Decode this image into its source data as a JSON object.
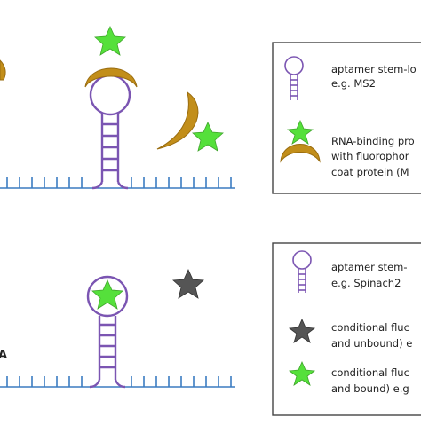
{
  "colors": {
    "stem": "#7b55b2",
    "rna": "#3b7cc1",
    "protein": "#c28e1a",
    "protein_stroke": "#9a6d10",
    "star_bound": "#55e03b",
    "star_unbound": "#555555",
    "legend_border": "#444444",
    "text": "#222222"
  },
  "top_panel": {
    "legend": {
      "items": [
        {
          "icon": "aptamer-stem-loop-icon",
          "lines": [
            "aptamer stem-lo",
            "e.g. MS2"
          ]
        },
        {
          "icon": "rna-binding-protein-icon",
          "lines": [
            "RNA-binding pro",
            "with fluorophor",
            "coat protein (M"
          ]
        }
      ]
    }
  },
  "bottom_panel": {
    "left_label": "A",
    "legend": {
      "items": [
        {
          "icon": "aptamer-stem-loop-icon",
          "lines": [
            "aptamer stem-",
            "e.g. Spinach2"
          ]
        },
        {
          "icon": "unbound-fluorophore-star-icon",
          "lines": [
            "conditional fluc",
            "and unbound) e"
          ]
        },
        {
          "icon": "bound-fluorophore-star-icon",
          "lines": [
            "conditional fluc",
            "and bound)  e.g"
          ]
        }
      ]
    }
  }
}
